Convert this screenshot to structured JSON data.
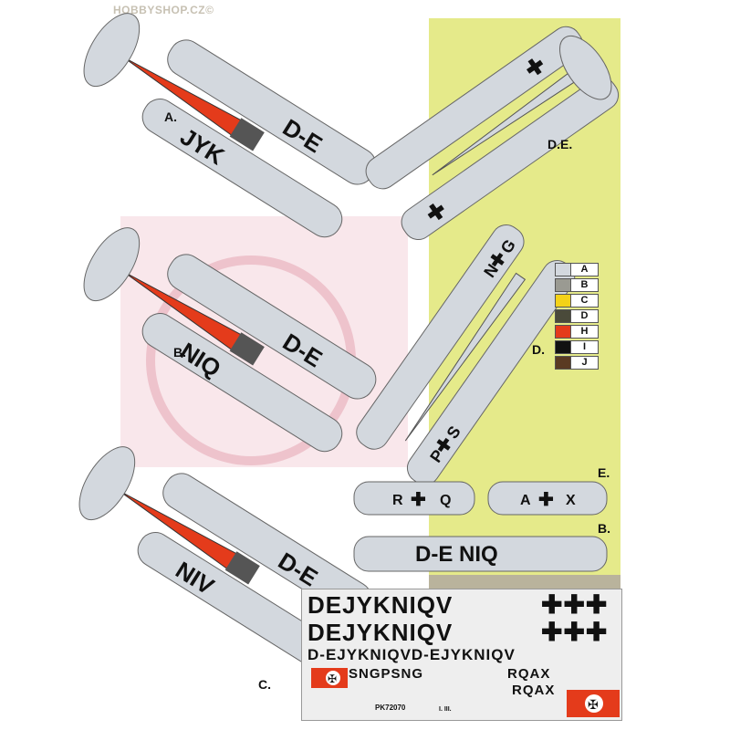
{
  "watermark": "HOBBYSHOP.CZ©",
  "profiles": [
    {
      "label": "A.",
      "reg_top": "D-E",
      "reg_bottom": "JYK"
    },
    {
      "label": "B.",
      "reg_top": "D-E",
      "reg_bottom": "NIQ"
    },
    {
      "label": "C.",
      "reg_top": "D-E",
      "reg_bottom": "NIV"
    },
    {
      "label": "D.E."
    },
    {
      "label": "D.",
      "codes": [
        "N",
        "G",
        "P",
        "S"
      ]
    }
  ],
  "wings": [
    {
      "label": "E.",
      "codes": [
        "R",
        "Q",
        "A",
        "X"
      ]
    },
    {
      "label": "B.",
      "registration": "D-E NIQ"
    }
  ],
  "colors": [
    {
      "key": "A",
      "hex": "#d3d8de"
    },
    {
      "key": "B",
      "hex": "#9a9a92"
    },
    {
      "key": "C",
      "hex": "#f4d218"
    },
    {
      "key": "D",
      "hex": "#4a4a3a"
    },
    {
      "key": "H",
      "hex": "#e43b1b"
    },
    {
      "key": "I",
      "hex": "#111111"
    },
    {
      "key": "J",
      "hex": "#5a3a22"
    }
  ],
  "decals": {
    "line1": "DEJYKNIQV",
    "line2": "DEJYKNIQV",
    "line3": "D-EJYKNIQVD-EJYKNIQV",
    "line4": "PSNGPSNG",
    "line5": "RQAX",
    "code": "PK72070",
    "small": "I. III."
  }
}
